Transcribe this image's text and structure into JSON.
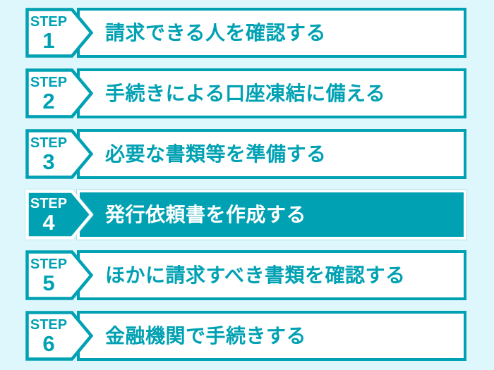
{
  "theme": {
    "accent": "#00a1b3",
    "background": "#ddf7fc",
    "box_fill": "#ffffff",
    "active_text": "#ffffff",
    "active_outline": "#a9dde6"
  },
  "steps": [
    {
      "step_word": "STEP",
      "number": "1",
      "title": "請求できる人を確認する",
      "active": false
    },
    {
      "step_word": "STEP",
      "number": "2",
      "title": "手続きによる口座凍結に備える",
      "active": false
    },
    {
      "step_word": "STEP",
      "number": "3",
      "title": "必要な書類等を準備する",
      "active": false
    },
    {
      "step_word": "STEP",
      "number": "4",
      "title": "発行依頼書を作成する",
      "active": true
    },
    {
      "step_word": "STEP",
      "number": "5",
      "title": "ほかに請求すべき書類を確認する",
      "active": false
    },
    {
      "step_word": "STEP",
      "number": "6",
      "title": "金融機関で手続きする",
      "active": false
    }
  ],
  "layout": {
    "row_top_start": 11,
    "row_pitch": 86
  }
}
